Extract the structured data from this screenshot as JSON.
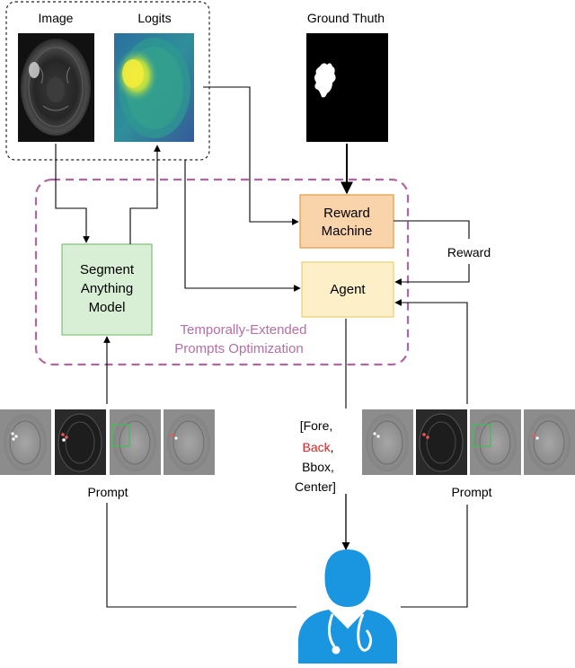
{
  "panels": {
    "image_label": "Image",
    "logits_label": "Logits",
    "ground_truth_label": "Ground Thuth"
  },
  "boxes": {
    "reward_machine": [
      "Reward",
      "Machine"
    ],
    "sam": [
      "Segment",
      "Anything",
      "Model"
    ],
    "agent": "Agent"
  },
  "edge_labels": {
    "reward": "Reward"
  },
  "region": {
    "title_line1": "Temporally-Extended",
    "title_line2": "Prompts Optimization"
  },
  "actions": {
    "open": "[Fore,",
    "back": "Back",
    "comma": ",",
    "bbox": "Bbox,",
    "center": "Center]"
  },
  "prompt_labels": {
    "left": "Prompt",
    "right": "Prompt"
  },
  "colors": {
    "reward_fill": "#f9d3a9",
    "reward_stroke": "#e69a44",
    "sam_fill": "#d8eed5",
    "sam_stroke": "#7fc07a",
    "agent_fill": "#fdf0c8",
    "agent_stroke": "#e9cf6e",
    "region_border": "#b0679f",
    "region_text": "#b56fa5",
    "back_red": "#e02020",
    "doctor": "#1a95e0"
  },
  "icons": {
    "clinician": "doctor-icon"
  }
}
